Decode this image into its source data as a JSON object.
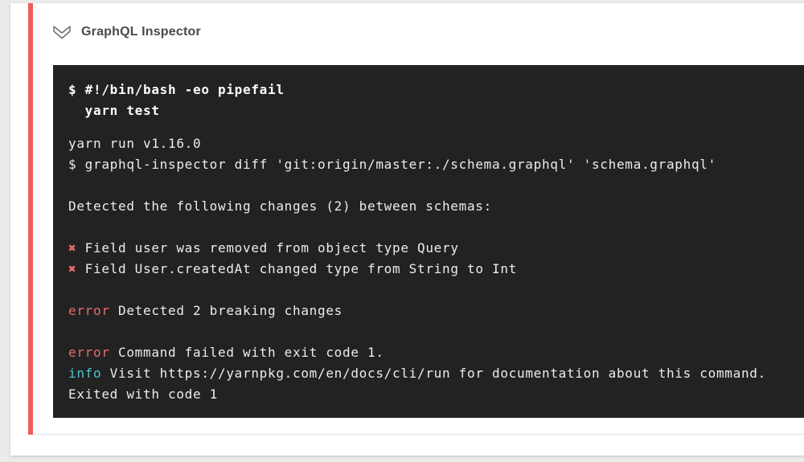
{
  "step": {
    "title": "GraphQL Inspector",
    "status": "failed",
    "collapse_icon": "double-chevron-down-icon"
  },
  "colors": {
    "page_bg": "#ebebeb",
    "card_bg": "#ffffff",
    "failed_accent": "#ee5d5d",
    "step_border": "#e3e3e3",
    "title_text": "#4a4a4a",
    "chevron": "#6f6f6f",
    "terminal_bg": "#222222",
    "terminal_text": "#ececec",
    "command_text": "#fcfcfc",
    "error": "#e86c6c",
    "info": "#4ec2ce"
  },
  "terminal": {
    "command_lines": [
      "$ #!/bin/bash -eo pipefail",
      "  yarn test"
    ],
    "output_lines": [
      [
        {
          "t": "yarn run v1.16.0",
          "s": "plain"
        }
      ],
      [
        {
          "t": "$ graphql-inspector diff 'git:origin/master:./schema.graphql' 'schema.graphql'",
          "s": "plain"
        }
      ],
      [],
      [
        {
          "t": "Detected the following changes (2) between schemas:",
          "s": "plain"
        }
      ],
      [],
      [
        {
          "t": "✖",
          "s": "mark"
        },
        {
          "t": " Field user was removed from object type Query",
          "s": "plain"
        }
      ],
      [
        {
          "t": "✖",
          "s": "mark"
        },
        {
          "t": " Field User.createdAt changed type from String to Int",
          "s": "plain"
        }
      ],
      [],
      [
        {
          "t": "error",
          "s": "error"
        },
        {
          "t": " Detected 2 breaking changes",
          "s": "plain"
        }
      ],
      [],
      [
        {
          "t": "error",
          "s": "error"
        },
        {
          "t": " Command failed with exit code 1.",
          "s": "plain"
        }
      ],
      [
        {
          "t": "info",
          "s": "info"
        },
        {
          "t": " Visit https://yarnpkg.com/en/docs/cli/run for documentation about this command.",
          "s": "plain"
        }
      ],
      [
        {
          "t": "Exited with code 1",
          "s": "plain"
        }
      ]
    ]
  }
}
